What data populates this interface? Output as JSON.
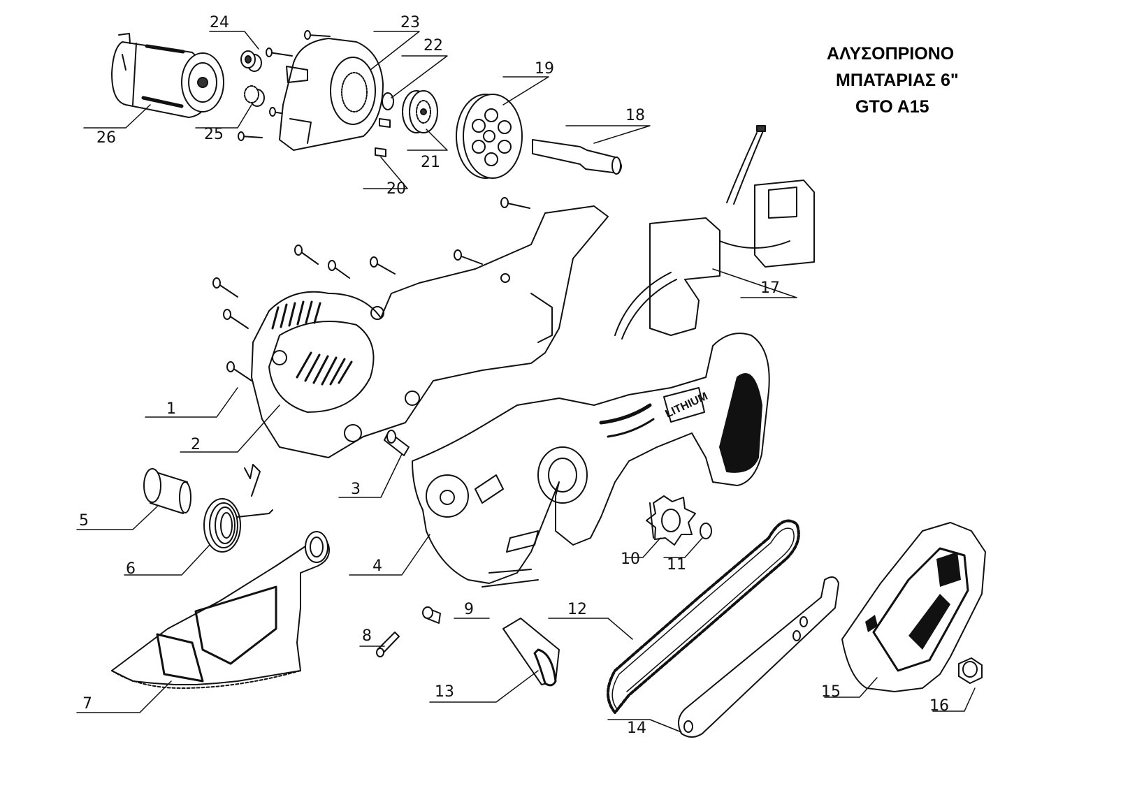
{
  "title": {
    "line1": "ΑΛΥΣΟΠΡΙΟΝΟ",
    "line2": "ΜΠΑΤΑΡΙΑΣ 6\"",
    "line3": "GTO A15"
  },
  "parts": {
    "p1": "1",
    "p2": "2",
    "p3": "3",
    "p4": "4",
    "p5": "5",
    "p6": "6",
    "p7": "7",
    "p8": "8",
    "p9": "9",
    "p10": "10",
    "p11": "11",
    "p12": "12",
    "p13": "13",
    "p14": "14",
    "p15": "15",
    "p16": "16",
    "p17": "17",
    "p18": "18",
    "p19": "19",
    "p20": "20",
    "p21": "21",
    "p22": "22",
    "p23": "23",
    "p24": "24",
    "p25": "25",
    "p26": "26"
  },
  "housing_text": "LITHIUM"
}
